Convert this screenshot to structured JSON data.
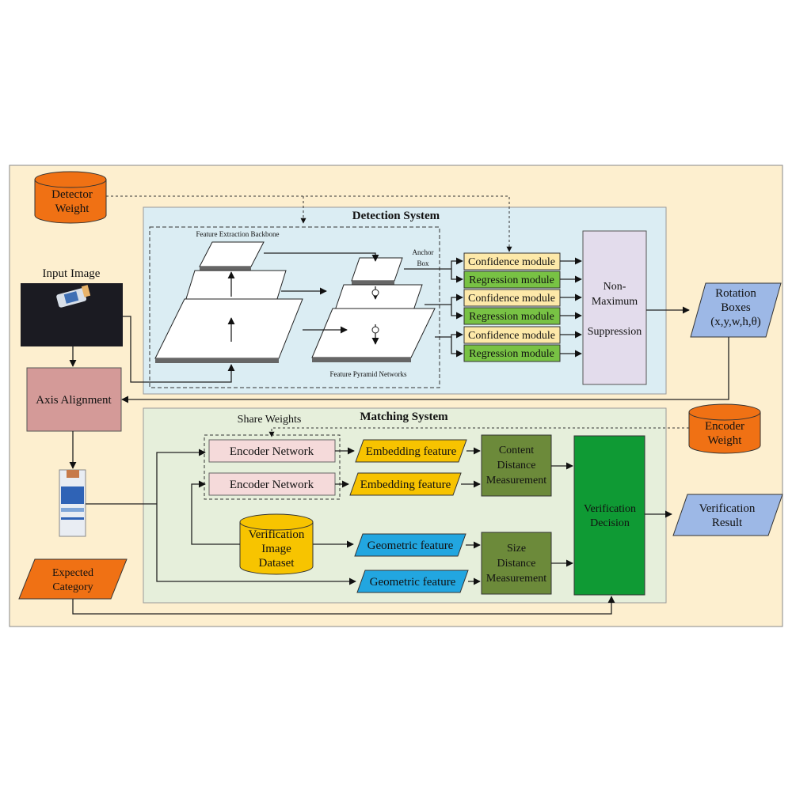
{
  "detector_weight": [
    "Detector",
    "Weight"
  ],
  "input_image_label": "Input Image",
  "detection_system_title": "Detection System",
  "feature_extraction_backbone": "Feature Extraction Backbone",
  "feature_pyramid_networks": "Feature Pyramid Networks",
  "anchor_box": [
    "Anchor",
    "Box"
  ],
  "heads": [
    "Confidence module",
    "Regression module",
    "Confidence module",
    "Regression module",
    "Confidence module",
    "Regression module"
  ],
  "nms": [
    "Non-",
    "Maximum",
    "Suppression"
  ],
  "rotation_boxes": [
    "Rotation",
    "Boxes",
    "(x,y,w,h,θ)"
  ],
  "axis_alignment": "Axis Alignment",
  "matching_system_title": "Matching System",
  "share_weights": "Share Weights",
  "encoder_network": "Encoder Network",
  "embedding_feature": "Embedding feature",
  "encoder_weight": [
    "Encoder",
    "Weight"
  ],
  "verification_dataset": [
    "Verification",
    "Image",
    "Dataset"
  ],
  "geometric_feature": "Geometric feature",
  "content_distance": [
    "Content",
    "Distance",
    "Measurement"
  ],
  "size_distance": [
    "Size",
    "Distance",
    "Measurement"
  ],
  "verification_decision": [
    "Verification",
    "Decision"
  ],
  "verification_result": [
    "Verification",
    "Result"
  ],
  "expected_category": [
    "Expected",
    "Category"
  ],
  "colors": {
    "outer_bg": "#fdefcf",
    "detection_bg": "#dbedf3",
    "matching_bg": "#e6efdb",
    "cylinder_orange": "#f07114",
    "confidence": "#fde9a9",
    "regression": "#78c244",
    "nms": "#e3dcec",
    "rotation": "#9db8e6",
    "axis": "#d49a98",
    "encoder_net": "#f5dada",
    "embedding": "#f7c300",
    "geometric": "#22a6e0",
    "distance": "#6c8a3a",
    "decision": "#0f9a34",
    "dataset": "#f7c400"
  }
}
